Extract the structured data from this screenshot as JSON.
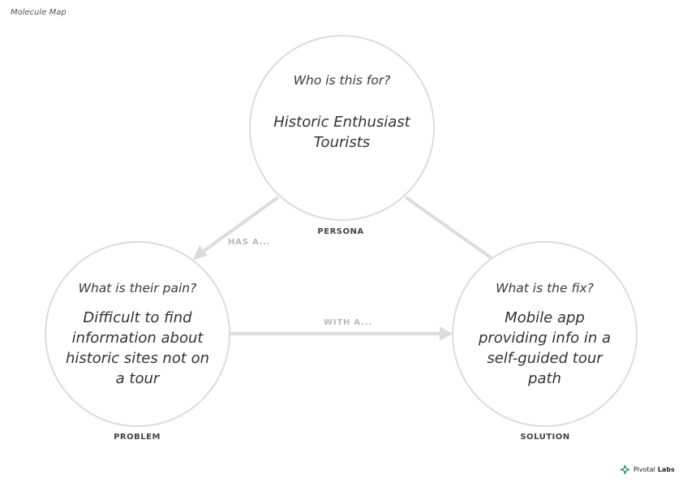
{
  "document": {
    "title": "Molecule Map"
  },
  "nodes": {
    "persona": {
      "question": "Who is this for?",
      "answer": "Historic Enthusiast Tourists",
      "tag": "PERSONA"
    },
    "problem": {
      "question": "What is their pain?",
      "answer": "Difficult to find information about historic sites not on a tour",
      "tag": "PROBLEM"
    },
    "solution": {
      "question": "What is the fix?",
      "answer": "Mobile app providing info in a self-guided tour path",
      "tag": "SOLUTION"
    }
  },
  "links": {
    "persona_to_problem": "HAS A...",
    "problem_to_solution": "WITH A..."
  },
  "branding": {
    "name_regular": "Pivotal",
    "name_bold": "Labs",
    "logo_color": "#1b8a78"
  },
  "colors": {
    "circle_stroke": "#dcdcdc",
    "connector": "#dcdcdc"
  }
}
